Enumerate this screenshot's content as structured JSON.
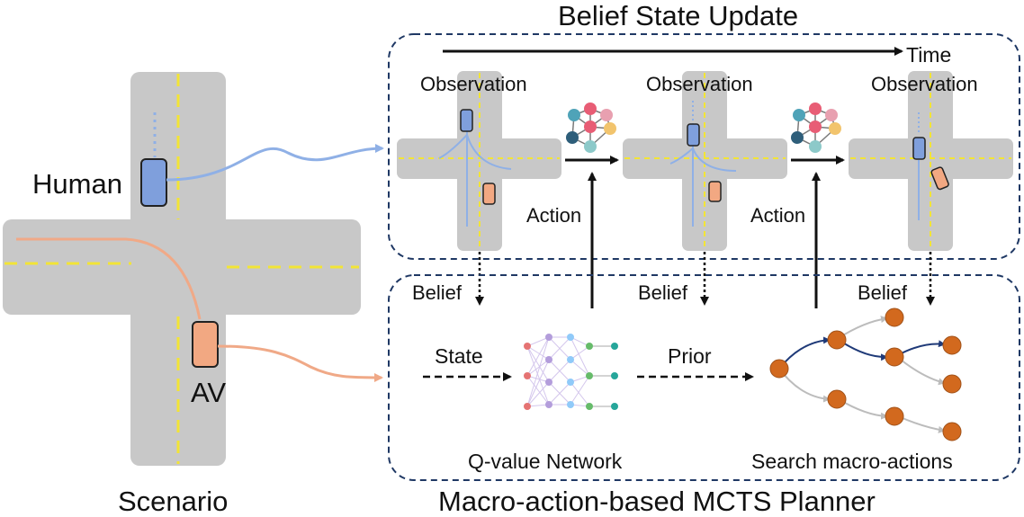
{
  "labels": {
    "title_top": "Belief State Update",
    "time": "Time",
    "observation_1": "Observation",
    "observation_2": "Observation",
    "observation_3": "Observation",
    "action_1": "Action",
    "action_2": "Action",
    "belief_1": "Belief",
    "belief_2": "Belief",
    "belief_3": "Belief",
    "state": "State",
    "prior": "Prior",
    "q_network": "Q-value Network",
    "search": "Search macro-actions",
    "human": "Human",
    "av": "AV",
    "scenario": "Scenario",
    "planner": "Macro-action-based MCTS Planner"
  },
  "colors": {
    "road": "#c8c8c8",
    "lane_marking": "#f2e436",
    "human_vehicle": "#7f9fdc",
    "av_vehicle": "#f2a882",
    "human_path": "#8fb0e6",
    "av_path": "#f0a987",
    "panel_border": "#1f3864",
    "tree_node": "#d2691e",
    "tree_edge_highlight": "#1f3a78",
    "tree_edge": "#bcbcbc"
  },
  "icons": {
    "belief_model": "graph-network-icon",
    "q_network": "neural-network-icon"
  }
}
